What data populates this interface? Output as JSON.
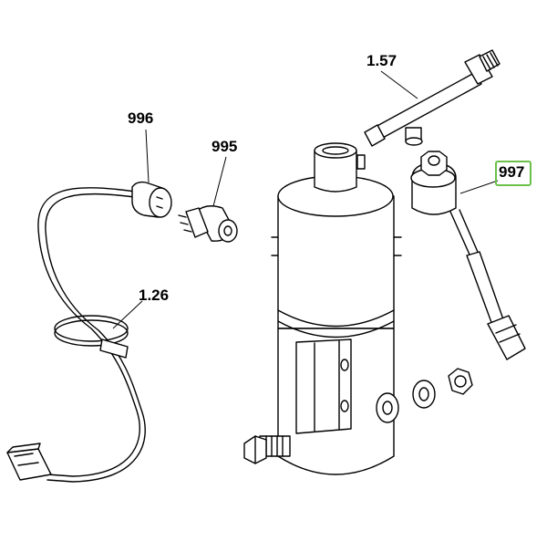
{
  "labels": {
    "part_1_57": "1.57",
    "part_996": "996",
    "part_995": "995",
    "part_997": "997",
    "part_1_26": "1.26"
  },
  "highlight": {
    "part": "997",
    "color": "#6cc04a"
  },
  "colors": {
    "line": "#000000",
    "shade": "#e6e6e6",
    "background": "#ffffff"
  }
}
